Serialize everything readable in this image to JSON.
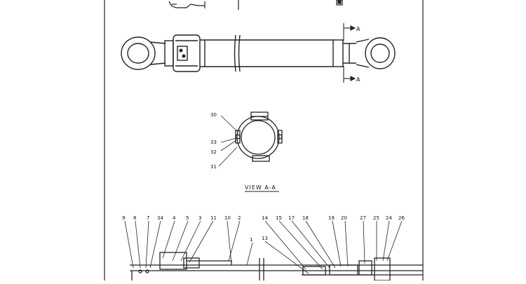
{
  "sheet": {
    "view_marker": "A",
    "section_caption": "VIEW A-A",
    "callouts_view_aa": [
      "30",
      "33",
      "32",
      "31"
    ],
    "callouts_section": {
      "top_row": [
        "9",
        "8",
        "7",
        "34",
        "4",
        "5",
        "3",
        "11",
        "10",
        "2",
        "14",
        "15",
        "17",
        "18",
        "19",
        "20",
        "27",
        "25",
        "24",
        "26"
      ],
      "mid_row": [
        "1",
        "13"
      ]
    }
  }
}
